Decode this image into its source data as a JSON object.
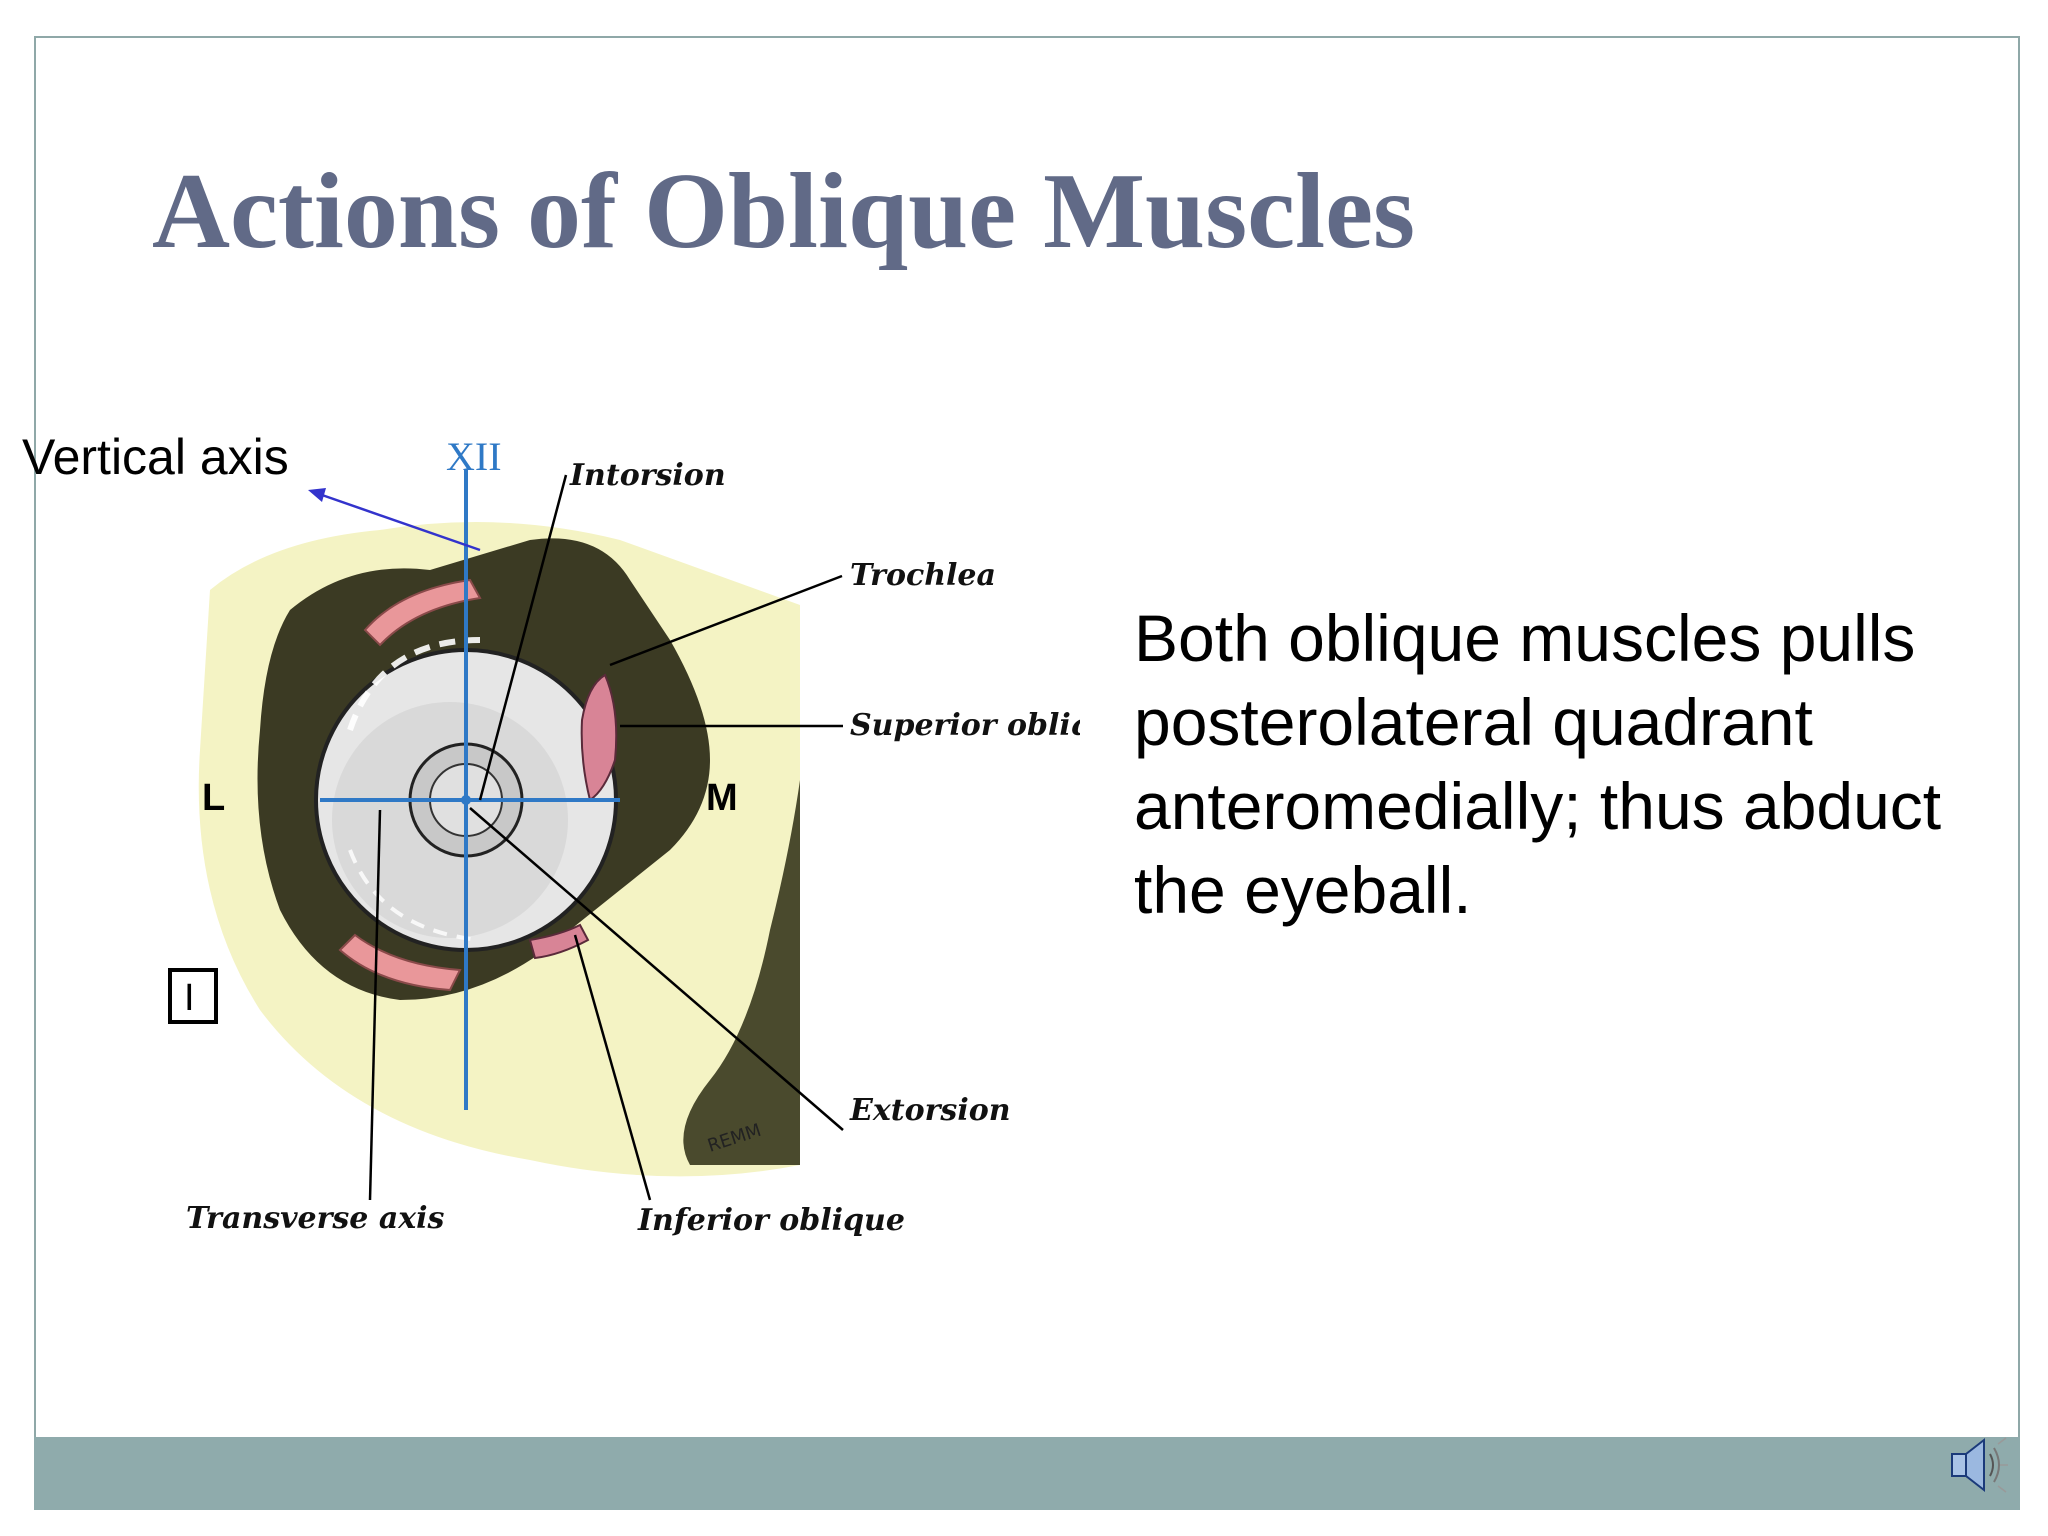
{
  "slide": {
    "title": "Actions of Oblique Muscles",
    "axis_label": "Vertical axis",
    "body_text": "Both oblique muscles  pulls posterolateral quadrant anteromedially; thus  abduct the eyeball."
  },
  "diagram": {
    "roman_top": "XII",
    "roman_box": "I",
    "side_left": "L",
    "side_right": "M",
    "labels": {
      "intorsion": "Intorsion",
      "trochlea": "Trochlea",
      "superior_oblique": "Superior oblique",
      "extorsion": "Extorsion",
      "transverse_axis": "Transverse axis",
      "inferior_oblique": "Inferior oblique",
      "signature": "REMM"
    }
  },
  "colors": {
    "title": "#616a87",
    "footer": "#8fabac",
    "frame": "#8fa8a8",
    "axis_blue": "#2f79c6",
    "arrow_blue": "#3333cc",
    "muscle_pink": "#e9979a",
    "background_yellow": "#f4f3c4",
    "orbit_dark": "#3b3a23"
  },
  "icons": [
    "speaker-icon"
  ]
}
